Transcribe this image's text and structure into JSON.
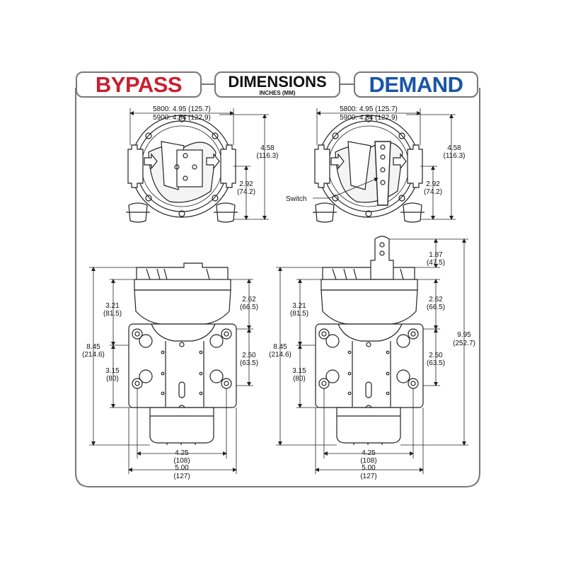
{
  "header": {
    "bypass_label": "BYPASS",
    "dimensions_label": "DIMENSIONS",
    "units_label": "INCHES (MM)",
    "demand_label": "DEMAND"
  },
  "colors": {
    "bypass": "#c8202f",
    "demand": "#1a55a6",
    "line": "#222222",
    "frame": "#777777"
  },
  "top_views": {
    "width_5800": "5800: 4.95 (125.7)",
    "width_5900": "5900: 4.84 (122.9)",
    "height_total_in": "4.58",
    "height_total_mm": "(116.3)",
    "height_center_in": "2.92",
    "height_center_mm": "(74.2)",
    "switch_label": "Switch"
  },
  "front_views": {
    "overall_height_in": "8.45",
    "overall_height_mm": "(214.6)",
    "upper_in": "3.21",
    "upper_mm": "(81.5)",
    "lower_in": "3.15",
    "lower_mm": "(80)",
    "head_in": "2.62",
    "head_mm": "(66.5)",
    "mount_in": "2.50",
    "mount_mm": "(63.5)",
    "bolt_width_in": "4.25",
    "bolt_width_mm": "(108)",
    "base_width_in": "5.00",
    "base_width_mm": "(127)",
    "switch_height_in": "1.87",
    "switch_height_mm": "(47.5)",
    "demand_overall_in": "9.95",
    "demand_overall_mm": "(252.7)"
  }
}
